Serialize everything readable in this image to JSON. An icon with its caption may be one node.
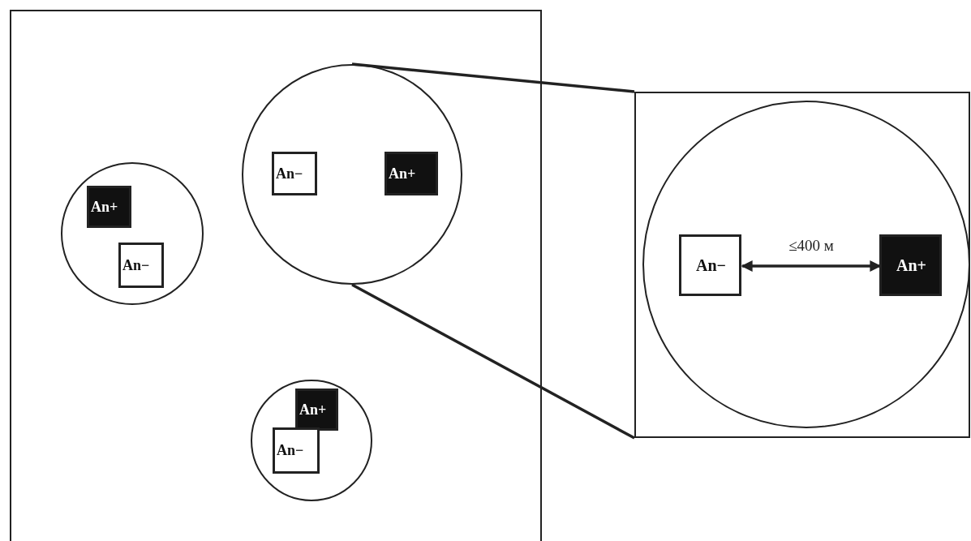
{
  "diagram": {
    "nodes": [
      {
        "text": [],
        "shape": "box"
      },
      {
        "text": [],
        "shape": "circle",
        "in": 0
      },
      {
        "text": [
          "An+"
        ],
        "in": 1
      },
      {
        "text": [
          "An−"
        ],
        "in": 1
      },
      {
        "text": [],
        "shape": "circle",
        "in": 0
      },
      {
        "text": [
          "An−"
        ],
        "in": 4
      },
      {
        "text": [
          "An+"
        ],
        "in": 4
      },
      {
        "text": [],
        "shape": "circle",
        "in": 0
      },
      {
        "text": [
          "An+"
        ],
        "in": 7
      },
      {
        "text": [
          "An−"
        ],
        "in": 7
      },
      {
        "text": [],
        "shape": "box"
      },
      {
        "text": [],
        "shape": "circle",
        "in": 10
      },
      {
        "text": [
          "An−"
        ],
        "in": 11
      },
      {
        "text": [
          "An+"
        ],
        "in": 11
      }
    ],
    "edges": [
      {
        "from": 4,
        "to": 10,
        "arrow": "none"
      },
      {
        "from": 4,
        "to": 10,
        "arrow": "none"
      },
      {
        "from": 12,
        "to": 13,
        "arrow": "both",
        "label": "≤400 м"
      }
    ]
  }
}
